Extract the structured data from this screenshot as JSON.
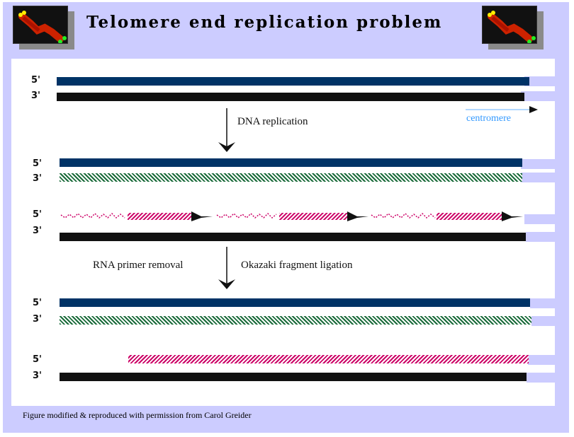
{
  "title": "Telomere end replication problem",
  "logo_icon": "chromosome-icon",
  "colors": {
    "frame": "#ccccff",
    "parent_strand_5": "#003366",
    "parent_strand_3": "#111111",
    "new_leading_strand": "#1a6b3a",
    "lagging_fragments": "#cc0066",
    "centromere_arrow": "#3399ff"
  },
  "stages": [
    {
      "name": "parent-duplex",
      "strands": [
        {
          "end": "5'",
          "style": "solid-blue"
        },
        {
          "end": "3'",
          "style": "solid-black"
        }
      ]
    },
    {
      "name": "leading-strand-duplex",
      "strands": [
        {
          "end": "5'",
          "style": "solid-blue"
        },
        {
          "end": "3'",
          "style": "hatch-green"
        }
      ]
    },
    {
      "name": "lagging-strand-duplex",
      "strands": [
        {
          "end": "5'",
          "style": "okazaki-fragments-with-primers"
        },
        {
          "end": "3'",
          "style": "solid-black"
        }
      ]
    },
    {
      "name": "final-leading-duplex",
      "strands": [
        {
          "end": "5'",
          "style": "solid-blue"
        },
        {
          "end": "3'",
          "style": "hatch-green"
        }
      ]
    },
    {
      "name": "final-lagging-duplex",
      "strands": [
        {
          "end": "5'",
          "style": "hatch-pink-shortened"
        },
        {
          "end": "3'",
          "style": "solid-black"
        }
      ]
    }
  ],
  "labels": {
    "five_prime": "5'",
    "three_prime": "3'",
    "step1": "DNA replication",
    "step2_left": "RNA primer removal",
    "step2_right": "Okazaki fragment ligation",
    "centromere": "centromere"
  },
  "footer": "Figure modified & reproduced with permission from Carol Greider"
}
